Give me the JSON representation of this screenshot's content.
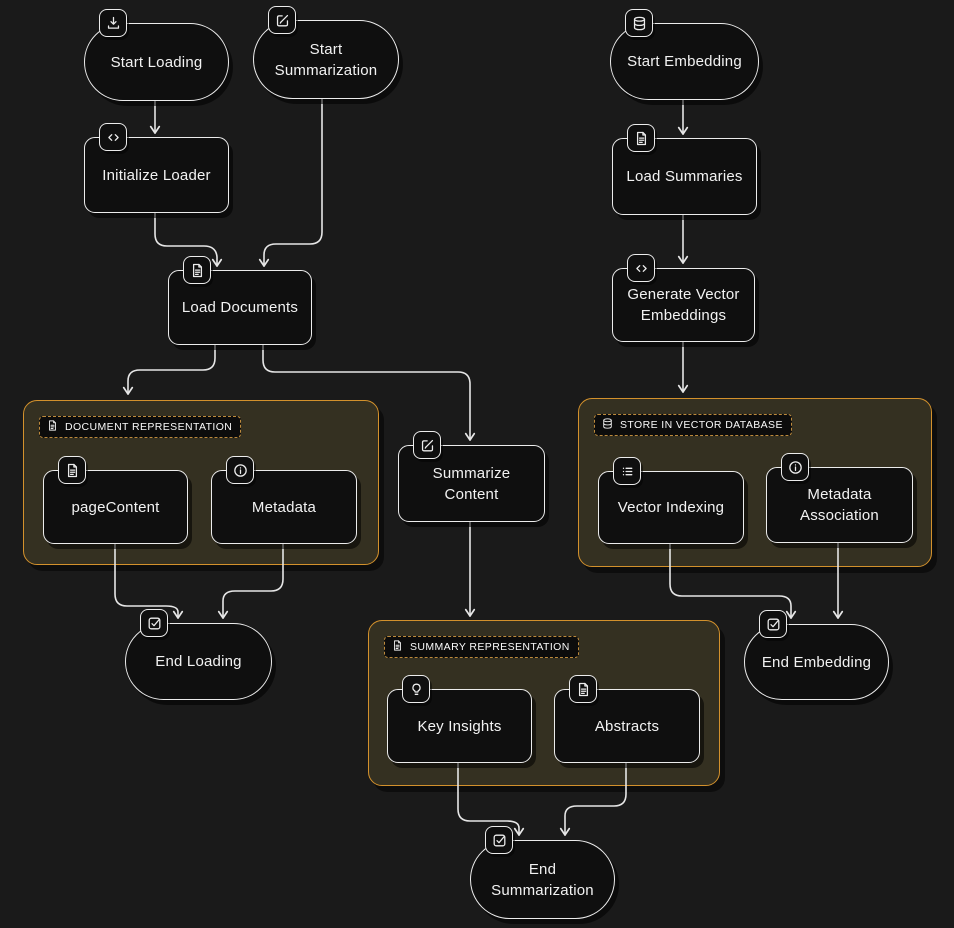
{
  "diagram": {
    "title": "document-summarization-embedding-flowchart",
    "colors": {
      "background": "#1a1a1a",
      "node_fill": "#0f0f0f",
      "node_border": "#ececec",
      "edge": "#e6e6e6",
      "container_fill": "#343021",
      "container_border": "#d3912c",
      "badge_border": "#bd8a3c"
    }
  },
  "nodes": [
    {
      "id": "start-loading",
      "label": "Start Loading",
      "icon": "download-icon",
      "shape": "pill"
    },
    {
      "id": "start-summarization",
      "label": "Start Summarization",
      "icon": "edit-icon",
      "shape": "pill"
    },
    {
      "id": "initialize-loader",
      "label": "Initialize Loader",
      "icon": "code-icon",
      "shape": "rect"
    },
    {
      "id": "load-documents",
      "label": "Load Documents",
      "icon": "document-icon",
      "shape": "rect"
    },
    {
      "id": "summarize-content",
      "label": "Summarize Content",
      "icon": "edit-icon",
      "shape": "rect"
    },
    {
      "id": "page-content",
      "label": "pageContent",
      "icon": "document-icon",
      "shape": "rect"
    },
    {
      "id": "metadata",
      "label": "Metadata",
      "icon": "info-icon",
      "shape": "rect"
    },
    {
      "id": "end-loading",
      "label": "End Loading",
      "icon": "check-square-icon",
      "shape": "pill"
    },
    {
      "id": "key-insights",
      "label": "Key Insights",
      "icon": "lightbulb-icon",
      "shape": "rect"
    },
    {
      "id": "abstracts",
      "label": "Abstracts",
      "icon": "document-icon",
      "shape": "rect"
    },
    {
      "id": "end-summarization",
      "label": "End Summarization",
      "icon": "check-square-icon",
      "shape": "pill"
    },
    {
      "id": "start-embedding",
      "label": "Start Embedding",
      "icon": "database-icon",
      "shape": "pill"
    },
    {
      "id": "load-summaries",
      "label": "Load Summaries",
      "icon": "document-icon",
      "shape": "rect"
    },
    {
      "id": "generate-vector-embeddings",
      "label": "Generate Vector Embeddings",
      "icon": "code-icon",
      "shape": "rect"
    },
    {
      "id": "vector-indexing",
      "label": "Vector Indexing",
      "icon": "list-icon",
      "shape": "rect"
    },
    {
      "id": "metadata-association",
      "label": "Metadata Association",
      "icon": "info-icon",
      "shape": "rect"
    },
    {
      "id": "end-embedding",
      "label": "End Embedding",
      "icon": "check-square-icon",
      "shape": "pill"
    }
  ],
  "containers": [
    {
      "id": "document-representation",
      "label": "DOCUMENT REPRESENTATION",
      "icon": "document-icon"
    },
    {
      "id": "summary-representation",
      "label": "SUMMARY REPRESENTATION",
      "icon": "document-icon"
    },
    {
      "id": "store-in-vector-database",
      "label": "STORE IN VECTOR DATABASE",
      "icon": "database-icon"
    }
  ]
}
